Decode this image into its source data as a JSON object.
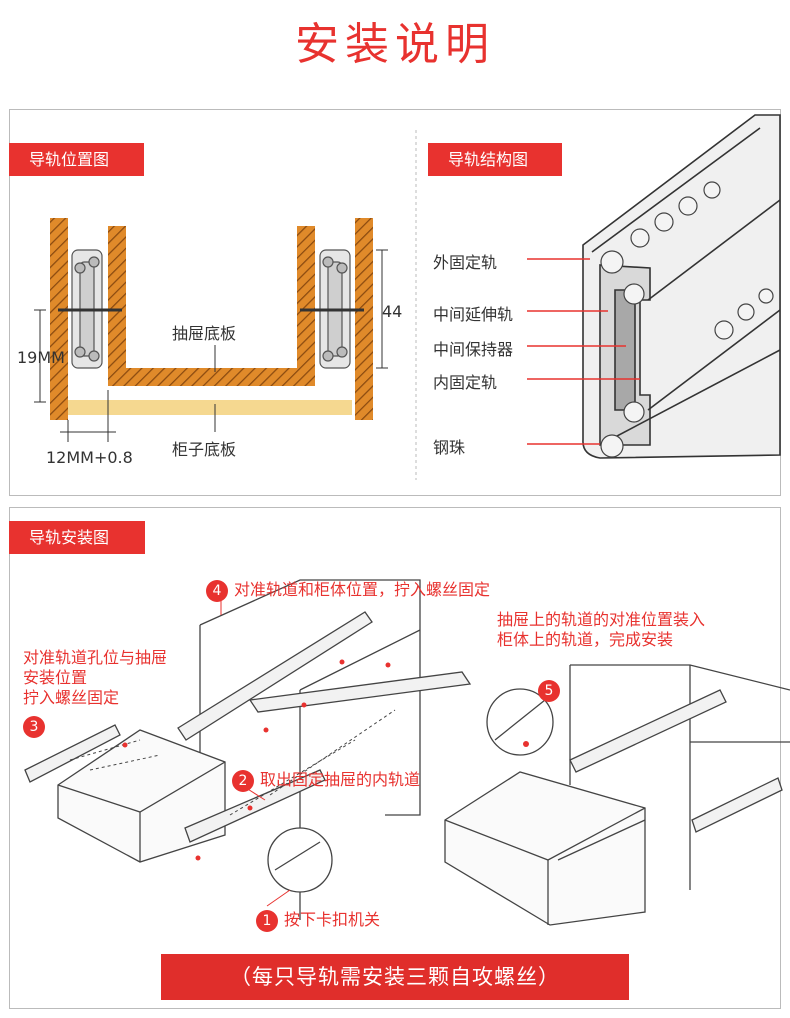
{
  "title": "安装说明",
  "panel1": {
    "position_tag": "导轨位置图",
    "structure_tag": "导轨结构图",
    "drawer_bottom": "抽屉底板",
    "cabinet_bottom": "柜子底板",
    "dim_19": "19MM",
    "dim_12": "12MM+0.8",
    "dim_44": "44",
    "parts": [
      "外固定轨",
      "中间延伸轨",
      "中间保持器",
      "内固定轨",
      "钢珠"
    ]
  },
  "panel2": {
    "tag": "导轨安装图",
    "step4_num": "4",
    "step4": "对准轨道和柜体位置，拧入螺丝固定",
    "step3_num": "3",
    "step3_lines": [
      "对准轨道孔位与抽屉",
      "安装位置",
      "拧入螺丝固定"
    ],
    "step2_num": "2",
    "step2": "取出固定抽屉的内轨道",
    "step1_num": "1",
    "step1": "按下卡扣机关",
    "step5_num": "5",
    "step5_lines": [
      "抽屉上的轨道的对准位置装入",
      "柜体上的轨道，完成安装"
    ]
  },
  "banner": "（每只导轨需安装三颗自攻螺丝）",
  "colors": {
    "accent": "#e8322f",
    "wood": "#e08a2a",
    "board": "#f5d890"
  }
}
